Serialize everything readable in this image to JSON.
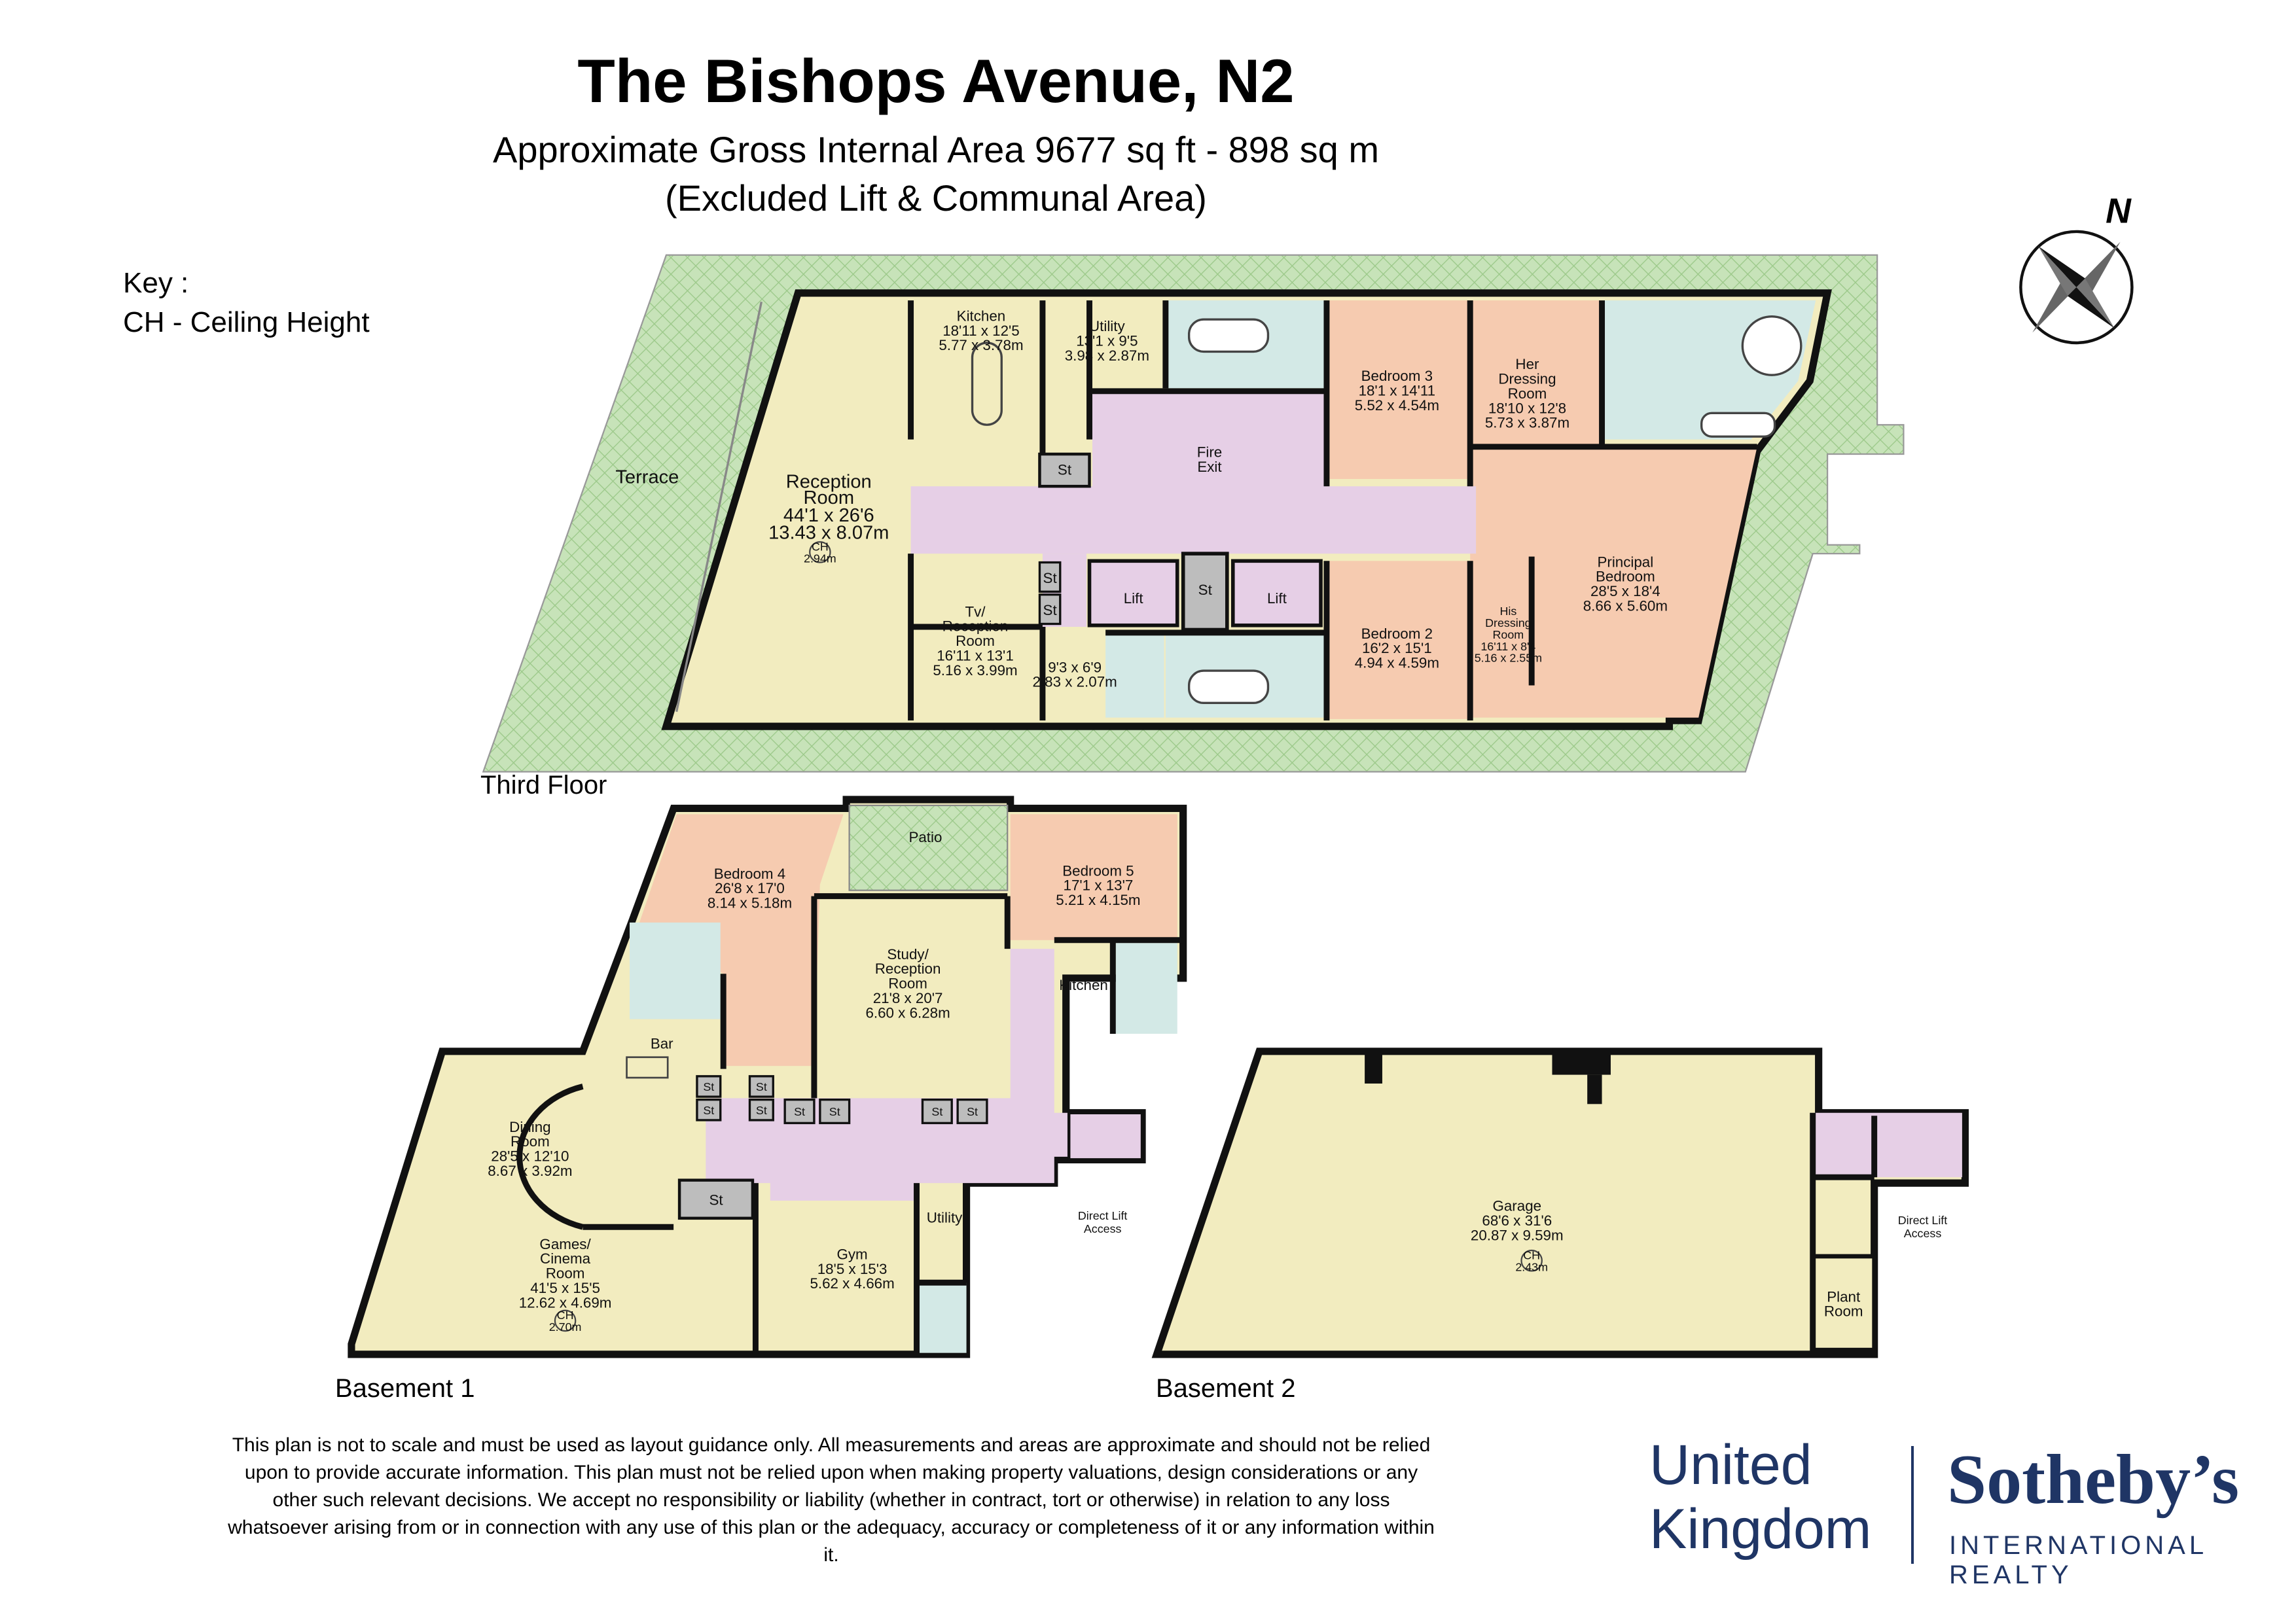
{
  "header": {
    "title": "The Bishops Avenue, N2",
    "area_line": "Approximate Gross Internal Area 9677 sq ft - 898 sq m",
    "excluded_line": "(Excluded Lift & Communal Area)"
  },
  "key": {
    "heading": "Key :",
    "ch": "CH - Ceiling Height"
  },
  "compass": {
    "label": "N",
    "icon": "compass-rose-icon"
  },
  "colors": {
    "reception": "#f2ecbf",
    "bedroom": "#f6cbb0",
    "bathroom": "#d3e9e6",
    "circulation": "#e6cfe6",
    "grey": "#bdbdbd",
    "terrace": "#c7e3b9",
    "wall": "#111111"
  },
  "floors": {
    "third": {
      "label": "Third Floor",
      "terrace": "Terrace",
      "reception": {
        "name1": "Reception",
        "name2": "Room",
        "imp": "44'1 x 26'6",
        "met": "13.43 x 8.07m",
        "ch": "CH",
        "ch_val": "2.94m"
      },
      "kitchen": {
        "name": "Kitchen",
        "imp": "18'11 x 12'5",
        "met": "5.77 x 3.78m"
      },
      "utility": {
        "name": "Utility",
        "imp": "13'1 x 9'5",
        "met": "3.98 x 2.87m"
      },
      "fire_exit": {
        "line1": "Fire",
        "line2": "Exit"
      },
      "bedroom3": {
        "name": "Bedroom 3",
        "imp": "18'1 x 14'11",
        "met": "5.52 x 4.54m"
      },
      "her_dressing": {
        "name1": "Her",
        "name2": "Dressing",
        "name3": "Room",
        "imp": "18'10 x 12'8",
        "met": "5.73 x 3.87m"
      },
      "principal": {
        "name1": "Principal",
        "name2": "Bedroom",
        "imp": "28'5 x 18'4",
        "met": "8.66 x 5.60m"
      },
      "tv": {
        "name1": "Tv/",
        "name2": "Reception",
        "name3": "Room",
        "imp": "16'11 x 13'1",
        "met": "5.16 x 3.99m"
      },
      "small_room": {
        "imp": "9'3 x 6'9",
        "met": "2.83 x 2.07m"
      },
      "lift": "Lift",
      "st": "St",
      "bedroom2": {
        "name": "Bedroom 2",
        "imp": "16'2 x 15'1",
        "met": "4.94 x 4.59m"
      },
      "his_dressing": {
        "name1": "His",
        "name2": "Dressing",
        "name3": "Room",
        "imp": "16'11 x 8'4",
        "met": "5.16 x 2.55m"
      }
    },
    "basement1": {
      "label": "Basement 1",
      "patio": "Patio",
      "bedroom4": {
        "name": "Bedroom 4",
        "imp": "26'8 x 17'0",
        "met": "8.14 x 5.18m"
      },
      "bedroom5": {
        "name": "Bedroom 5",
        "imp": "17'1 x 13'7",
        "met": "5.21 x 4.15m"
      },
      "study": {
        "name1": "Study/",
        "name2": "Reception",
        "name3": "Room",
        "imp": "21'8 x 20'7",
        "met": "6.60 x 6.28m"
      },
      "kitchen": "Kitchen",
      "bar": "Bar",
      "dining": {
        "name1": "Dining",
        "name2": "Room",
        "imp": "28'5 x 12'10",
        "met": "8.67 x 3.92m"
      },
      "games": {
        "name1": "Games/",
        "name2": "Cinema",
        "name3": "Room",
        "imp": "41'5 x 15'5",
        "met": "12.62 x 4.69m",
        "ch": "CH",
        "ch_val": "2.70m"
      },
      "gym": {
        "name": "Gym",
        "imp": "18'5 x 15'3",
        "met": "5.62 x 4.66m"
      },
      "utility": "Utility",
      "st": "St",
      "lift_access": {
        "line1": "Direct Lift",
        "line2": "Access"
      }
    },
    "basement2": {
      "label": "Basement 2",
      "garage": {
        "name": "Garage",
        "imp": "68'6 x 31'6",
        "met": "20.87 x 9.59m",
        "ch": "CH",
        "ch_val": "2.43m"
      },
      "plant": {
        "name1": "Plant",
        "name2": "Room"
      },
      "lift_access": {
        "line1": "Direct Lift",
        "line2": "Access"
      }
    }
  },
  "disclaimer": "This plan is not to scale and must be used as layout guidance only. All measurements and areas are approximate and should not be relied upon to provide accurate information. This plan must not be relied upon when making property valuations, design considerations or any other such relevant decisions. We accept no responsibility or liability (whether in contract, tort or otherwise) in relation to any loss whatsoever arising from or in connection with any use of this plan or the adequacy, accuracy or completeness of it or any information within it.",
  "branding": {
    "united": "United",
    "kingdom": "Kingdom",
    "sothebys": "Sotheby’s",
    "international": "INTERNATIONAL REALTY"
  }
}
